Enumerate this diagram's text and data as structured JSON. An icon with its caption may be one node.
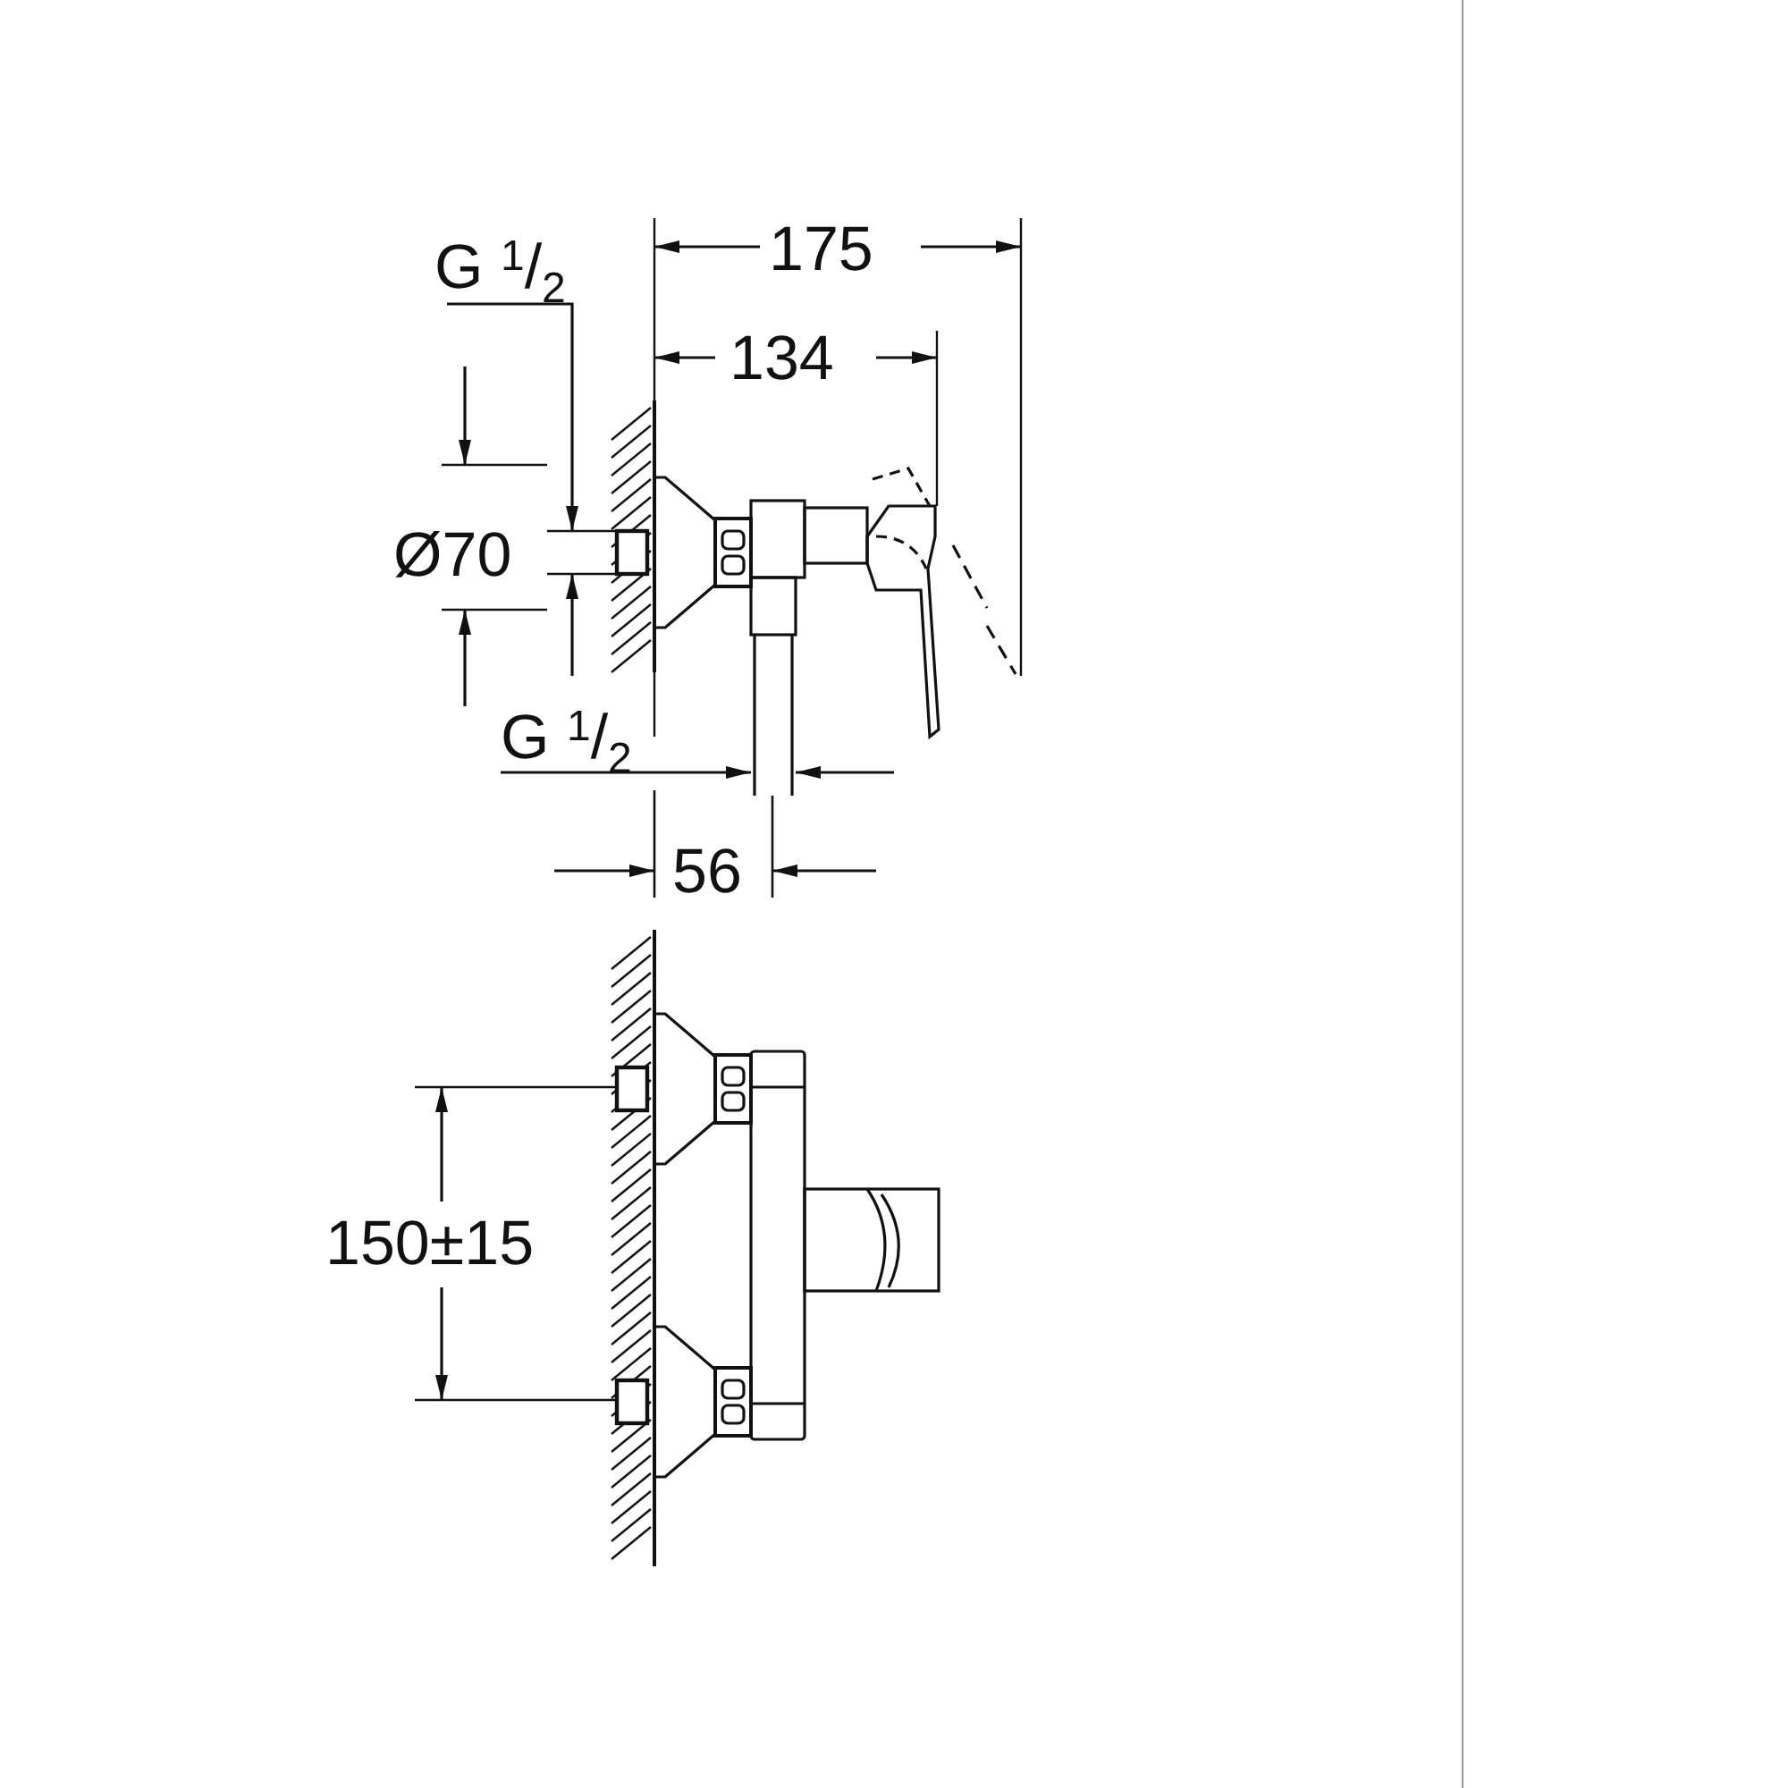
{
  "diagram": {
    "labels": [
      "G $^{1}$/$_{2}$",
      "175",
      "134",
      "Ø70",
      "G $^{1}$/$_{2}$",
      "56",
      "150±15"
    ]
  }
}
